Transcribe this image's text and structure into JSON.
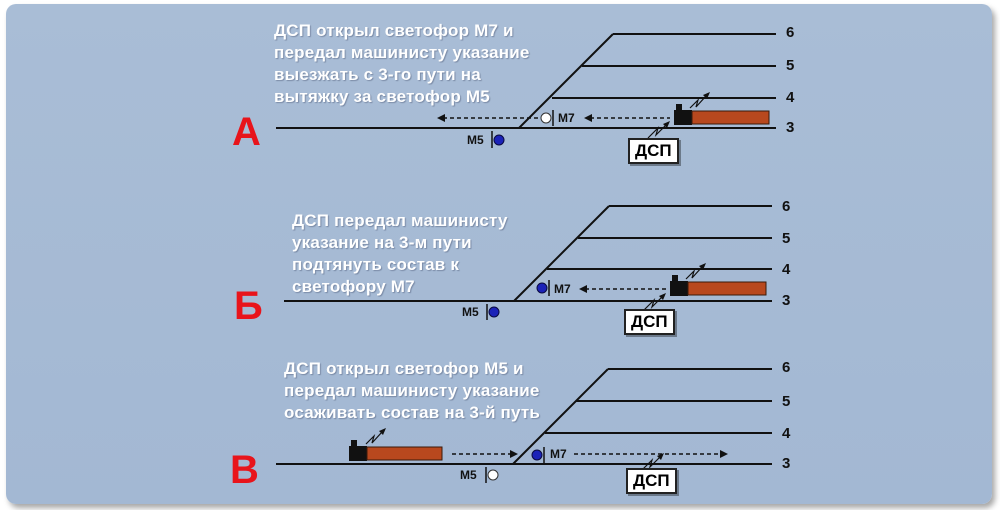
{
  "colors": {
    "background": "#a6bad4",
    "panel_letter": "#e8141b",
    "signal_closed": "#1b22b8",
    "signal_open": "#ffffff",
    "wagon": "#b8481e",
    "track": "#111111"
  },
  "track_numbers": [
    "6",
    "5",
    "4",
    "3"
  ],
  "signals": {
    "m5": "М5",
    "m7": "М7"
  },
  "dsp_label": "ДСП",
  "panels": [
    {
      "letter": "А",
      "text": [
        "ДСП открыл светофор М7 и",
        "передал машинисту указание",
        "выезжать с 3-го пути на",
        "вытяжку за светофор М5"
      ],
      "m5_state": "closed",
      "m7_state": "open"
    },
    {
      "letter": "Б",
      "text": [
        "ДСП передал машинисту",
        "указание на 3-м пути",
        "подтянуть состав к",
        "светофору М7"
      ],
      "m5_state": "closed",
      "m7_state": "closed"
    },
    {
      "letter": "В",
      "text": [
        "ДСП открыл светофор М5 и",
        "передал машинисту указание",
        "осаживать состав на 3-й путь"
      ],
      "m5_state": "open",
      "m7_state": "closed"
    }
  ]
}
